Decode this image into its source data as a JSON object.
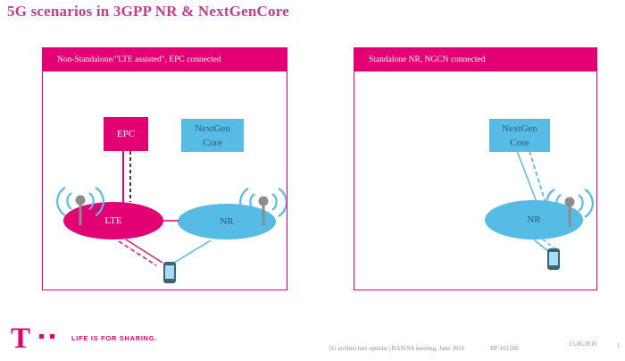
{
  "slide": {
    "title": "5G scenarios in 3GPP NR & NextGenCore",
    "footer": {
      "logo_letter": "T",
      "tagline": "LIFE IS FOR SHARING.",
      "doc_title": "5G architecture options | RAN/SA meeting, June 2016",
      "doc_number": "RP-161266",
      "date": "15.06.2016",
      "page": "1"
    }
  },
  "panels": {
    "left": {
      "header": "Non-Standalone/\"LTE assisted\", EPC connected",
      "epc_label": "EPC",
      "nextgen_line1": "NextGen",
      "nextgen_line2": "Core",
      "lte_label": "LTE",
      "nr_label": "NR"
    },
    "right": {
      "header": "Standalone NR, NGCN connected",
      "nextgen_line1": "NextGen",
      "nextgen_line2": "Core",
      "nr_label": "NR"
    }
  },
  "icons": {
    "antenna": "antenna-with-radio-waves",
    "phone": "smartphone"
  },
  "colors": {
    "magenta": "#e20074",
    "blue": "#56bbe5",
    "dark_blue_text": "#2f5d74",
    "title_magenta": "#c33c8b",
    "dashed_dark": "#5a2a4a",
    "footer_gray": "#8f8f8f"
  }
}
